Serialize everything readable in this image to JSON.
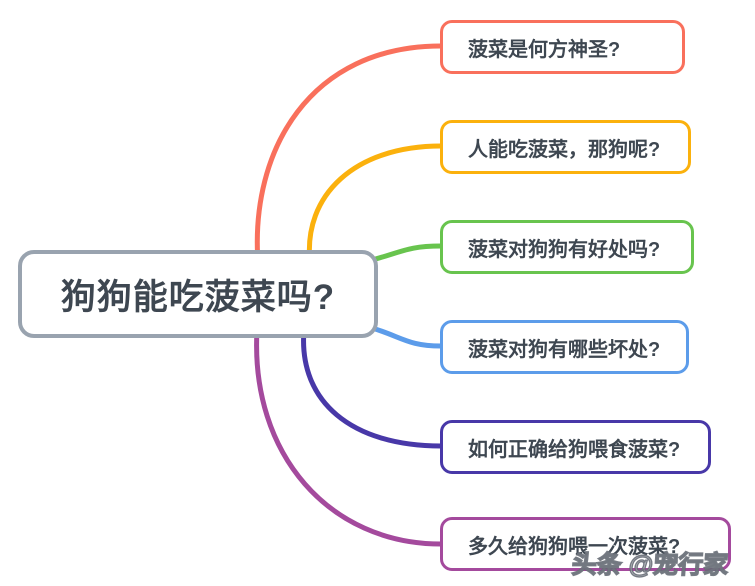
{
  "diagram": {
    "root": {
      "label": "狗狗能吃菠菜吗?",
      "border_color": "#99A3AF",
      "text_color": "#3E4751"
    },
    "branches": [
      {
        "label": "菠菜是何方神圣?",
        "color": "#F9705C"
      },
      {
        "label": "人能吃菠菜，那狗呢?",
        "color": "#FBB10D"
      },
      {
        "label": "菠菜对狗狗有好处吗?",
        "color": "#68C44E"
      },
      {
        "label": "菠菜对狗有哪些坏处?",
        "color": "#5C9CEA"
      },
      {
        "label": "如何正确给狗喂食菠菜?",
        "color": "#4838A8"
      },
      {
        "label": "多久给狗狗喂一次菠菜?",
        "color": "#A44A9D"
      }
    ],
    "background_color": "#FFFFFF"
  },
  "watermark": {
    "text": "头条 @宠行家"
  }
}
